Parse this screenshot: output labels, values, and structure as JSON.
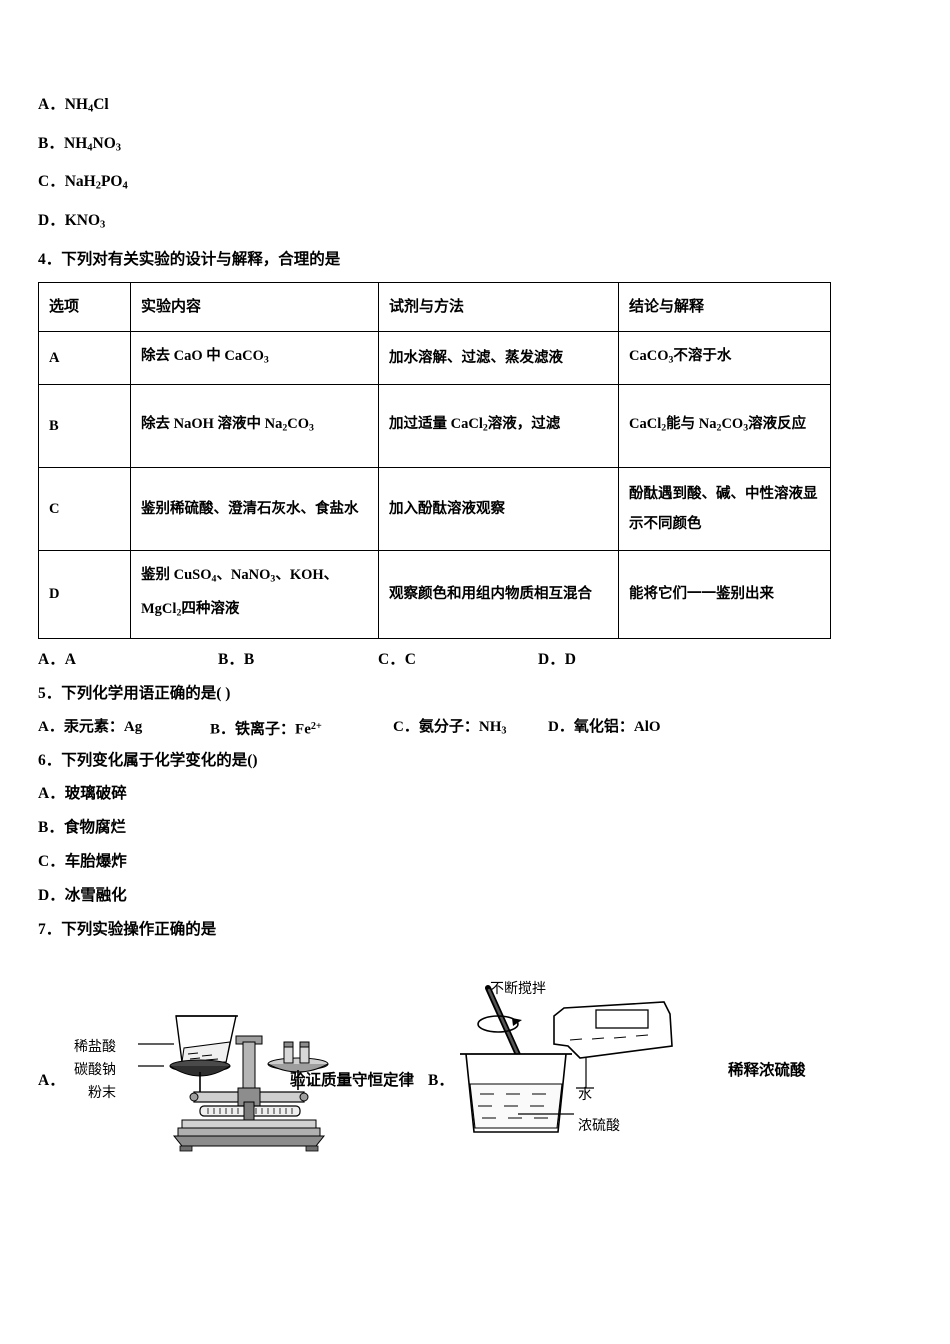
{
  "document": {
    "language": "zh-CN",
    "type": "exam-paper-chemistry"
  },
  "q3_options": [
    {
      "letter": "A．",
      "formula_html": "NH4Cl"
    },
    {
      "letter": "B．",
      "formula_html": "NH4NO3"
    },
    {
      "letter": "C．",
      "formula_html": "NaH2PO4"
    },
    {
      "letter": "D．",
      "formula_html": "KNO3"
    }
  ],
  "question4": {
    "stem": "4．下列对有关实验的设计与解释，合理的是",
    "table": {
      "headers": [
        "选项",
        "实验内容",
        "试剂与方法",
        "结论与解释"
      ],
      "rows": [
        {
          "option": "A",
          "content": "除去 CaO 中 CaCO3",
          "method": "加水溶解、过滤、蒸发滤液",
          "conclusion": "CaCO3不溶于水"
        },
        {
          "option": "B",
          "content": "除去 NaOH 溶液中 Na2CO3",
          "method": "加过适量 CaCl2溶液，过滤",
          "conclusion": "CaCl2能与 Na2CO3溶液反应"
        },
        {
          "option": "C",
          "content": "鉴别稀硫酸、澄清石灰水、食盐水",
          "method": "加入酚酞溶液观察",
          "conclusion": "酚酞遇到酸、碱、中性溶液显示不同颜色"
        },
        {
          "option": "D",
          "content": "鉴别 CuSO4、NaNO3、KOH、MgCl2四种溶液",
          "method": "观察颜色和用组内物质相互混合",
          "conclusion": "能将它们一一鉴别出来"
        }
      ]
    },
    "answers": [
      "A．A",
      "B．B",
      "C．C",
      "D．D"
    ]
  },
  "question5": {
    "stem": "5．下列化学用语正确的是(    )",
    "options": [
      {
        "letter": "A．",
        "label": "汞元素：",
        "value": "Ag"
      },
      {
        "letter": "B．",
        "label": "铁离子：",
        "value": "Fe2+"
      },
      {
        "letter": "C．",
        "label": "氨分子：",
        "value": "NH3"
      },
      {
        "letter": "D．",
        "label": "氧化铝：",
        "value": "AlO"
      }
    ]
  },
  "question6": {
    "stem": "6．下列变化属于化学变化的是()",
    "options": [
      {
        "letter": "A．",
        "text": "玻璃破碎"
      },
      {
        "letter": "B．",
        "text": "食物腐烂"
      },
      {
        "letter": "C．",
        "text": "车胎爆炸"
      },
      {
        "letter": "D．",
        "text": "冰雪融化"
      }
    ]
  },
  "question7": {
    "stem": "7．下列实验操作正确的是",
    "figures": [
      {
        "letter": "A．",
        "caption": "验证质量守恒定律",
        "annotations": [
          "稀盐酸",
          "碳酸钠",
          "粉末"
        ],
        "apparatus": "balance-scale-with-beaker"
      },
      {
        "letter": "B．",
        "caption": "稀释浓硫酸",
        "annotations": [
          "不断搅拌",
          "水",
          "浓硫酸"
        ],
        "apparatus": "beaker-with-stirring-rod-and-pouring-bottle"
      }
    ]
  },
  "colors": {
    "text": "#000000",
    "background": "#ffffff",
    "table_border": "#000000",
    "figure_gray": "#9a9a9a"
  }
}
